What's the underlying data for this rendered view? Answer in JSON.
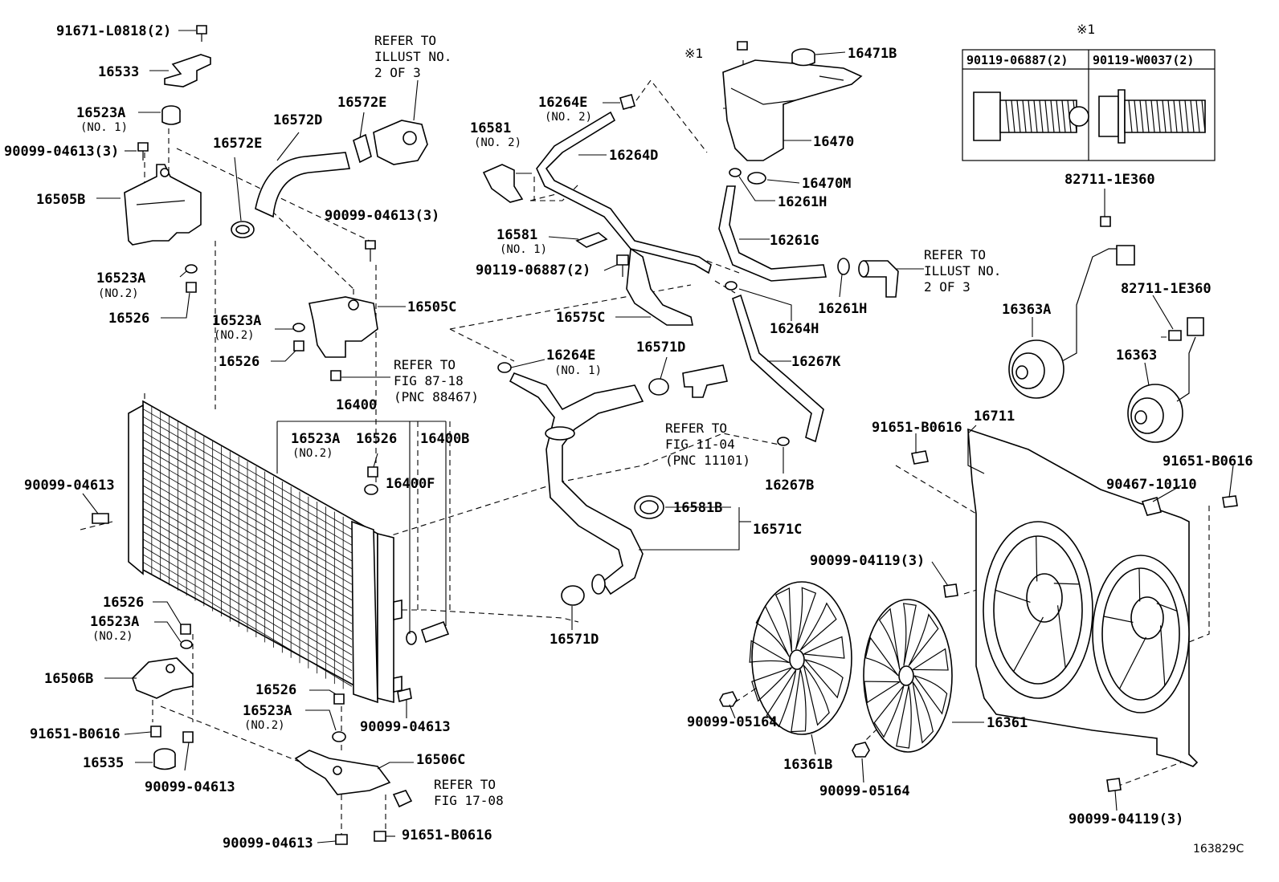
{
  "labels": [
    {
      "id": "l01",
      "text": "91671-L0818(2)"
    },
    {
      "id": "l02",
      "text": "16533"
    },
    {
      "id": "l03",
      "text": "16523A"
    },
    {
      "id": "l04",
      "text": "(NO. 1)"
    },
    {
      "id": "l05",
      "text": "90099-04613(3)"
    },
    {
      "id": "l06",
      "text": "16505B"
    },
    {
      "id": "l07",
      "text": "16523A"
    },
    {
      "id": "l08",
      "text": "(NO.2)"
    },
    {
      "id": "l09",
      "text": "16526"
    },
    {
      "id": "l10",
      "text": "16572E"
    },
    {
      "id": "l11",
      "text": "16572D"
    },
    {
      "id": "l12",
      "text": "16572E"
    },
    {
      "id": "l13",
      "text": "90099-04613(3)"
    },
    {
      "id": "l14",
      "text": "16505C"
    },
    {
      "id": "l15",
      "text": "16523A"
    },
    {
      "id": "l16",
      "text": "(NO.2)"
    },
    {
      "id": "l17",
      "text": "16526"
    },
    {
      "id": "l18",
      "text": "16400"
    },
    {
      "id": "l19",
      "text": "16523A"
    },
    {
      "id": "l20",
      "text": "(NO.2)"
    },
    {
      "id": "l21",
      "text": "16526"
    },
    {
      "id": "l22",
      "text": "16400B"
    },
    {
      "id": "l23",
      "text": "16400F"
    },
    {
      "id": "l24",
      "text": "90099-04613"
    },
    {
      "id": "l25",
      "text": "16526"
    },
    {
      "id": "l26",
      "text": "16523A"
    },
    {
      "id": "l27",
      "text": "(NO.2)"
    },
    {
      "id": "l28",
      "text": "16506B"
    },
    {
      "id": "l29",
      "text": "91651-B0616"
    },
    {
      "id": "l30",
      "text": "16535"
    },
    {
      "id": "l31",
      "text": "90099-04613"
    },
    {
      "id": "l32",
      "text": "16526"
    },
    {
      "id": "l33",
      "text": "16523A"
    },
    {
      "id": "l34",
      "text": "(NO.2)"
    },
    {
      "id": "l35",
      "text": "90099-04613"
    },
    {
      "id": "l36",
      "text": "16506C"
    },
    {
      "id": "l37",
      "text": "90099-04613"
    },
    {
      "id": "l38",
      "text": "91651-B0616"
    },
    {
      "id": "l39",
      "text": "16264E"
    },
    {
      "id": "l40",
      "text": "(NO. 2)"
    },
    {
      "id": "l41",
      "text": "16581"
    },
    {
      "id": "l42",
      "text": "(NO. 2)"
    },
    {
      "id": "l43",
      "text": "16264D"
    },
    {
      "id": "l44",
      "text": "16581"
    },
    {
      "id": "l45",
      "text": "(NO. 1)"
    },
    {
      "id": "l46",
      "text": "90119-06887(2)"
    },
    {
      "id": "l47",
      "text": "16575C"
    },
    {
      "id": "l48",
      "text": "16264E"
    },
    {
      "id": "l49",
      "text": "(NO. 1)"
    },
    {
      "id": "l50",
      "text": "16571D"
    },
    {
      "id": "l51",
      "text": "16581B"
    },
    {
      "id": "l52",
      "text": "16571C"
    },
    {
      "id": "l53",
      "text": "16571D"
    },
    {
      "id": "l54",
      "text": "16471B"
    },
    {
      "id": "l55",
      "text": "16470"
    },
    {
      "id": "l56",
      "text": "16470M"
    },
    {
      "id": "l57",
      "text": "16261H"
    },
    {
      "id": "l58",
      "text": "16261G"
    },
    {
      "id": "l59",
      "text": "16261H"
    },
    {
      "id": "l60",
      "text": "16264H"
    },
    {
      "id": "l61",
      "text": "16267K"
    },
    {
      "id": "l62",
      "text": "16267B"
    },
    {
      "id": "l63",
      "text": "82711-1E360"
    },
    {
      "id": "l64",
      "text": "16363A"
    },
    {
      "id": "l65",
      "text": "82711-1E360"
    },
    {
      "id": "l66",
      "text": "16363"
    },
    {
      "id": "l67",
      "text": "16711"
    },
    {
      "id": "l68",
      "text": "91651-B0616"
    },
    {
      "id": "l69",
      "text": "91651-B0616"
    },
    {
      "id": "l70",
      "text": "90467-10110"
    },
    {
      "id": "l71",
      "text": "90099-04119(3)"
    },
    {
      "id": "l72",
      "text": "90099-05164"
    },
    {
      "id": "l73",
      "text": "16361B"
    },
    {
      "id": "l74",
      "text": "90099-05164"
    },
    {
      "id": "l75",
      "text": "16361"
    },
    {
      "id": "l76",
      "text": "90099-04119(3)"
    }
  ],
  "notes": [
    {
      "id": "n1",
      "lines": [
        "REFER TO",
        "ILLUST NO.",
        "2 OF 3"
      ]
    },
    {
      "id": "n2",
      "lines": [
        "REFER TO",
        "FIG 87-18",
        "(PNC 88467)"
      ]
    },
    {
      "id": "n3",
      "lines": [
        "REFER TO",
        "FIG 11-04",
        "(PNC 11101)"
      ]
    },
    {
      "id": "n4",
      "lines": [
        "REFER TO",
        "FIG 17-08"
      ]
    },
    {
      "id": "n5",
      "lines": [
        "REFER TO",
        "ILLUST NO.",
        "2 OF 3"
      ]
    }
  ],
  "markers": {
    "bolt_marker": "※1",
    "inset_marker": "※1"
  },
  "inset": {
    "col1": "90119-06887(2)",
    "col2": "90119-W0037(2)"
  },
  "figure_code": "163829C"
}
